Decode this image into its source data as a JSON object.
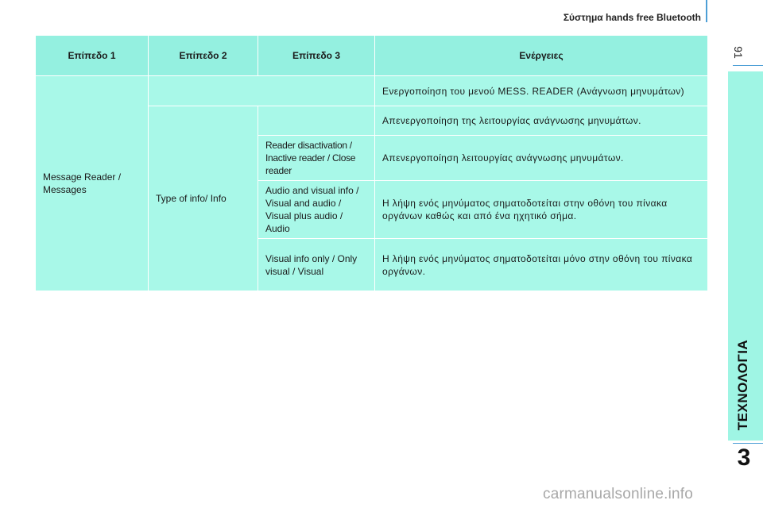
{
  "header": {
    "section_title": "Σύστημα hands free Bluetooth",
    "page_number": "91"
  },
  "sidebar": {
    "chapter_title": "ΤΕΧΝΟΛΟΓΙΑ",
    "chapter_number": "3"
  },
  "table": {
    "headers": [
      "Επίπεδο 1",
      "Επίπεδο 2",
      "Επίπεδο 3",
      "Ενέργειες"
    ],
    "level1": "Message Reader / Messages",
    "level2": "Type of info/ Info",
    "rows": [
      {
        "level3": "",
        "action": "Ενεργοποίηση του μενού MESS. READER (Ανάγνωση μηνυμάτων)"
      },
      {
        "level3": "",
        "action": "Απενεργοποίηση της λειτουργίας ανάγνωσης μηνυμάτων."
      },
      {
        "level3": "Reader disactivation / Inactive reader / Close reader",
        "action": "Απενεργοποίηση λειτουργίας ανάγνωσης μηνυμάτων."
      },
      {
        "level3": "Audio and visual info / Visual and audio / Visual plus audio / Audio",
        "action": "Η λήψη ενός μηνύματος σηματοδοτείται στην οθόνη του πίνακα οργάνων καθώς και από ένα ηχητικό σήμα."
      },
      {
        "level3": "Visual info only / Only visual / Visual",
        "action": "Η λήψη ενός μηνύματος σηματοδοτείται μόνο στην οθόνη του πίνακα οργάνων."
      }
    ]
  },
  "watermark": "carmanualsonline.info",
  "colors": {
    "table_background": "#a8f8e8",
    "header_background": "#94f0e0",
    "side_band": "#9ff5e4",
    "accent_rule": "#4d9fd6"
  }
}
